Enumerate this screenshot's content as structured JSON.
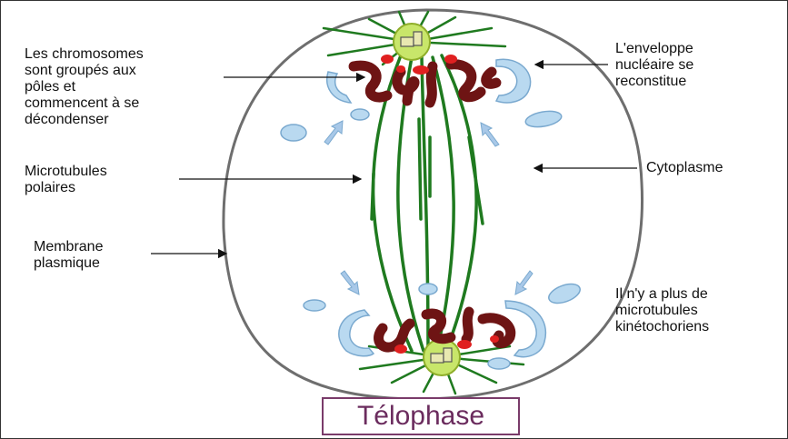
{
  "title": "Télophase",
  "colors": {
    "membrane": "#6e6e6e",
    "microtubule": "#1f7a1f",
    "chromosome": "#6e1414",
    "kinetochore": "#e02020",
    "centrosome": "#c8e66a",
    "envelope": "#b9d9f0",
    "envelope_outline": "#7aa9cf",
    "title_border": "#7a3b6a",
    "title_text": "#6b2c5e"
  },
  "labels": {
    "chromosomes": "Les chromosomes\nsont groupés aux\npôles et\ncommencent à se\ndécondenser",
    "envelope": "L'enveloppe\nnucléaire se\nreconstitue",
    "microtubules": "Microtubules\npolaires",
    "cytoplasm": "Cytoplasme",
    "membrane": "Membrane\nplasmique",
    "kinetochore": "Il n'y a plus de\nmicrotubules\nkinétochoriens"
  },
  "icons": {
    "centrosome": "centrosome-icon",
    "arrow": "arrow-icon"
  }
}
